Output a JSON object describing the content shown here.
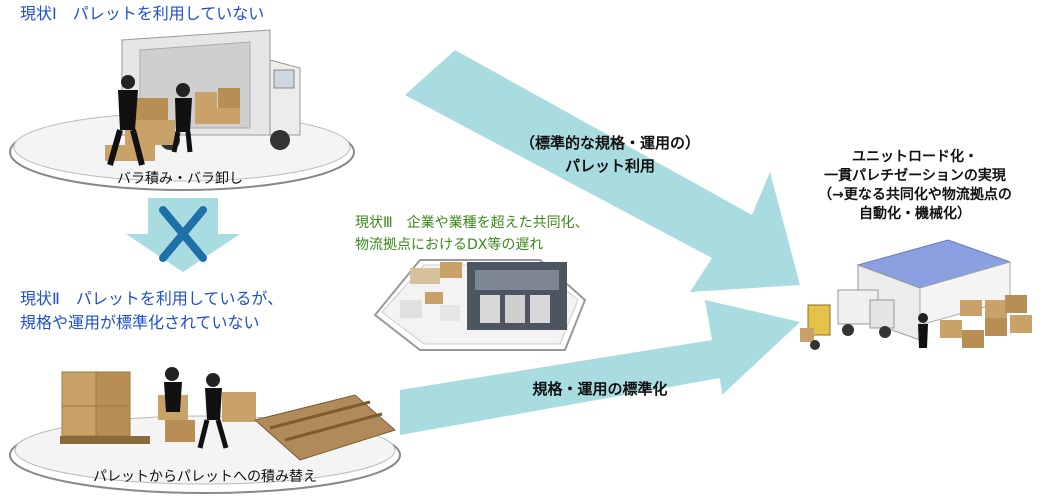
{
  "status1": {
    "title": "現状Ⅰ　パレットを利用していない",
    "caption": "バラ積み・バラ卸し"
  },
  "status2": {
    "title_line1": "現状Ⅱ　パレットを利用しているが、",
    "title_line2": "規格や運用が標準化されていない",
    "caption": "パレットからパレットへの積み替え"
  },
  "status3": {
    "title_line1": "現状Ⅲ　企業や業種を超えた共同化、",
    "title_line2": "物流拠点におけるDX等の遅れ"
  },
  "arrows": {
    "upper_label_line1": "（標準的な規格・運用の）",
    "upper_label_line2": "パレット利用",
    "lower_label": "規格・運用の標準化"
  },
  "goal": {
    "line1": "ユニットロード化・",
    "line2": "一貫パレチゼーションの実現",
    "line3": "（→更なる共同化や物流拠点の",
    "line4": "自動化・機械化）"
  },
  "colors": {
    "arrow": "#a9dce0",
    "title_blue": "#1f4fcf",
    "title_green": "#3a8a1a",
    "cross": "#1f6fa8"
  }
}
